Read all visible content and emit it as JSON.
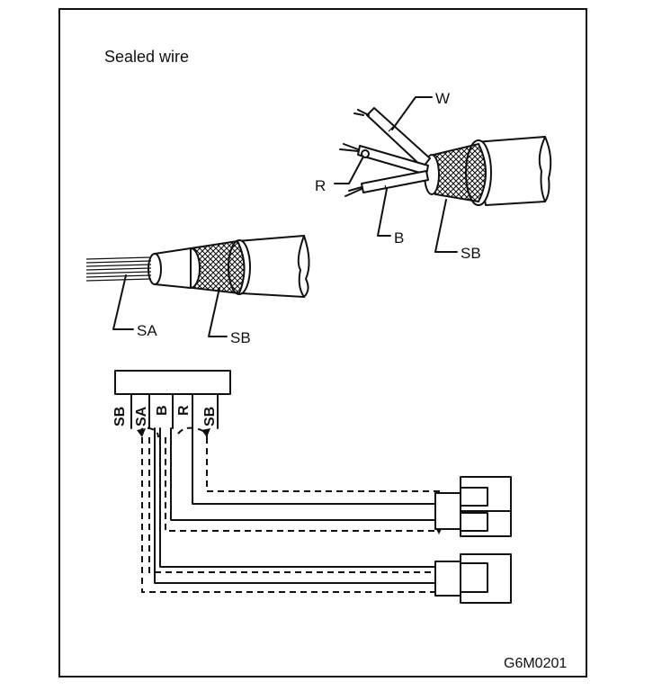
{
  "title": "Sealed wire",
  "figure_code": "G6M0201",
  "wire_labels": {
    "white": "W",
    "red": "R",
    "black": "B",
    "shield_top": "SB",
    "shield_left": "SB",
    "strand": "SA"
  },
  "connector_pins": [
    "SB",
    "SA",
    "B",
    "R",
    "SB"
  ]
}
